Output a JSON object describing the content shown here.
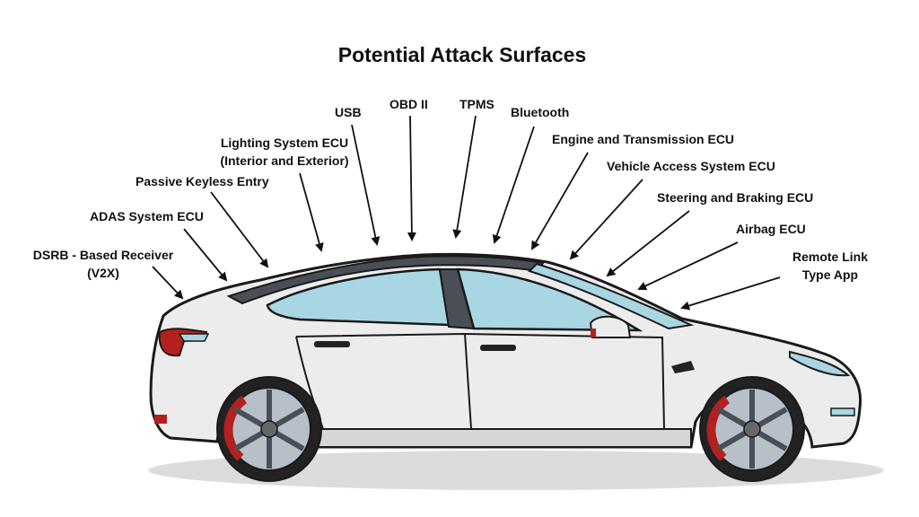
{
  "title": "Potential Attack Surfaces",
  "labels": {
    "dsrb_line1": "DSRB - Based Receiver",
    "dsrb_line2": "(V2X)",
    "adas": "ADAS System ECU",
    "keyless": "Passive Keyless Entry",
    "lighting_line1": "Lighting System ECU",
    "lighting_line2": "(Interior and Exterior)",
    "usb": "USB",
    "obd": "OBD II",
    "tpms": "TPMS",
    "bluetooth": "Bluetooth",
    "engine": "Engine and Transmission ECU",
    "vehicle_access": "Vehicle Access System ECU",
    "steering": "Steering and Braking ECU",
    "airbag": "Airbag ECU",
    "remote_line1": "Remote Link",
    "remote_line2": "Type App"
  },
  "colors": {
    "body": "#ececec",
    "outline": "#1a1a1a",
    "glass": "#a8d6e3",
    "roof": "#4a4f57",
    "caliper": "#b3201e",
    "shadow": "#dcdcdc"
  }
}
